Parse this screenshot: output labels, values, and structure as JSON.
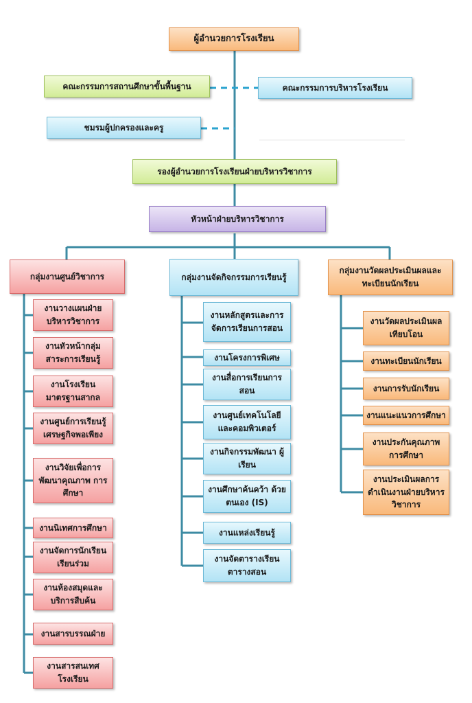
{
  "top": {
    "director": "ผู้อำนวยการโรงเรียน",
    "basic_committee": "คณะกรรมการสถานศึกษาขั้นพื้นฐาน",
    "admin_committee": "คณะกรรมการบริหารโรงเรียน",
    "parents_club": "ชมรมผู้ปกครองและครู",
    "deputy": "รองผู้อำนวยการโรงเรียนฝ่ายบริหารวิชาการ",
    "head": "หัวหน้าฝ่ายบริหารวิชาการ"
  },
  "groups": {
    "academic_center": {
      "title": "กลุ่มงานศูนย์วิชาการ",
      "items": [
        "งานวางแผนฝ่าย บริหารวิชาการ",
        "งานหัวหน้ากลุ่ม สาระการเรียนรู้",
        "งานโรงเรียน มาตรฐานสากล",
        "งานศูนย์การเรียนรู้ เศรษฐกิจพอเพียง",
        "งานวิจัยเพื่อการ พัฒนาคุณภาพ การศึกษา",
        "งานนิเทศการศึกษา",
        "งานจัดการนักเรียน เรียนร่วม",
        "งานห้องสมุดและ บริการสืบค้น",
        "งานสารบรรณฝ่าย",
        "งานสารสนเทศ โรงเรียน"
      ]
    },
    "learning_activities": {
      "title": "กลุ่มงานจัดกิจกรรมการเรียนรู้",
      "items": [
        "งานหลักสูตรและการ จัดการเรียนการสอน",
        "งานโครงการพิเศษ",
        "งานสื่อการเรียนการ สอน",
        "งานศูนย์เทคโนโลยี และคอมพิวเตอร์",
        "งานกิจกรรมพัฒนา ผู้เรียน",
        "งานศึกษาค้นคว้า ด้วยตนเอง (IS)",
        "งานแหล่งเรียนรู้",
        "งานจัดตารางเรียน ตารางสอน"
      ]
    },
    "evaluation": {
      "title": "กลุ่มงานวัดผลประเมินผลและ ทะเบียนนักเรียน",
      "items": [
        "งานวัดผลประเมินผล เทียบโอน",
        "งานทะเบียนนักเรียน",
        "งานการรับนักเรียน",
        "งานแนะแนวการศึกษา",
        "งานประกันคุณภาพ การศึกษา",
        "งานประเมินผลการ ดำเนินงานฝ่ายบริหาร วิชาการ"
      ]
    }
  },
  "colors": {
    "connector": "#3d8ba3",
    "dashed_connector": "#2aa3cf",
    "director_fill": "#f9b97b",
    "committee_fill": "#d2ec97",
    "admin_fill": "#b2e3f5",
    "head_fill": "#c6b4e6",
    "academic_center_fill": "#f5a1a1",
    "learning_fill": "#b2e3f5",
    "evaluation_fill": "#f9b97b"
  }
}
